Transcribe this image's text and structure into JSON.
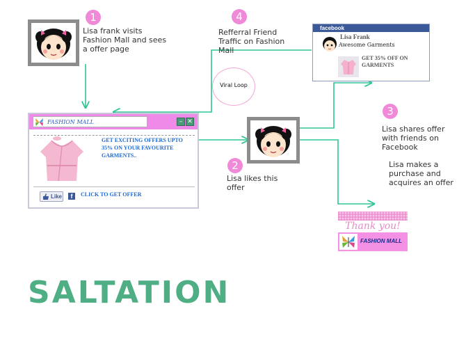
{
  "title": "SALTATION",
  "colors": {
    "arrow": "#2ec495",
    "badge": "#f08ad8",
    "title": "#4fae84",
    "fm_titlebar": "#f08ae8",
    "facebook": "#3b5998"
  },
  "steps": [
    {
      "number": "1",
      "text": "Lisa frank visits Fashion Mall and sees a offer page"
    },
    {
      "number": "2",
      "text": "Lisa likes this offer"
    },
    {
      "number": "3",
      "text": "Lisa shares offer with friends on Facebook"
    },
    {
      "number": "4",
      "text": "Refferral Friend Traffic on Fashion Mall"
    }
  ],
  "extra_note": "Lisa makes a purchase and acquires an offer",
  "viral_loop": "Viral Loop",
  "fashion_mall_window": {
    "title": "FASHION MALL",
    "minimize_icon": "minimize-icon",
    "close_icon": "close-icon",
    "offer_text": "GET EXCITING OFFERS UPTO 35% ON YOUR FAVOURITE GARMENTS..",
    "like_label": "Like",
    "cta": "CLICK TO GET OFFER"
  },
  "facebook_post": {
    "header": "facebook",
    "name": "Lisa Frank",
    "post": "Awesome Garments",
    "offer": "GET 35% OFF ON GARMENTS"
  },
  "thank_you_card": {
    "thank_text": "Thank you!",
    "brand": "FASHION MALL"
  }
}
